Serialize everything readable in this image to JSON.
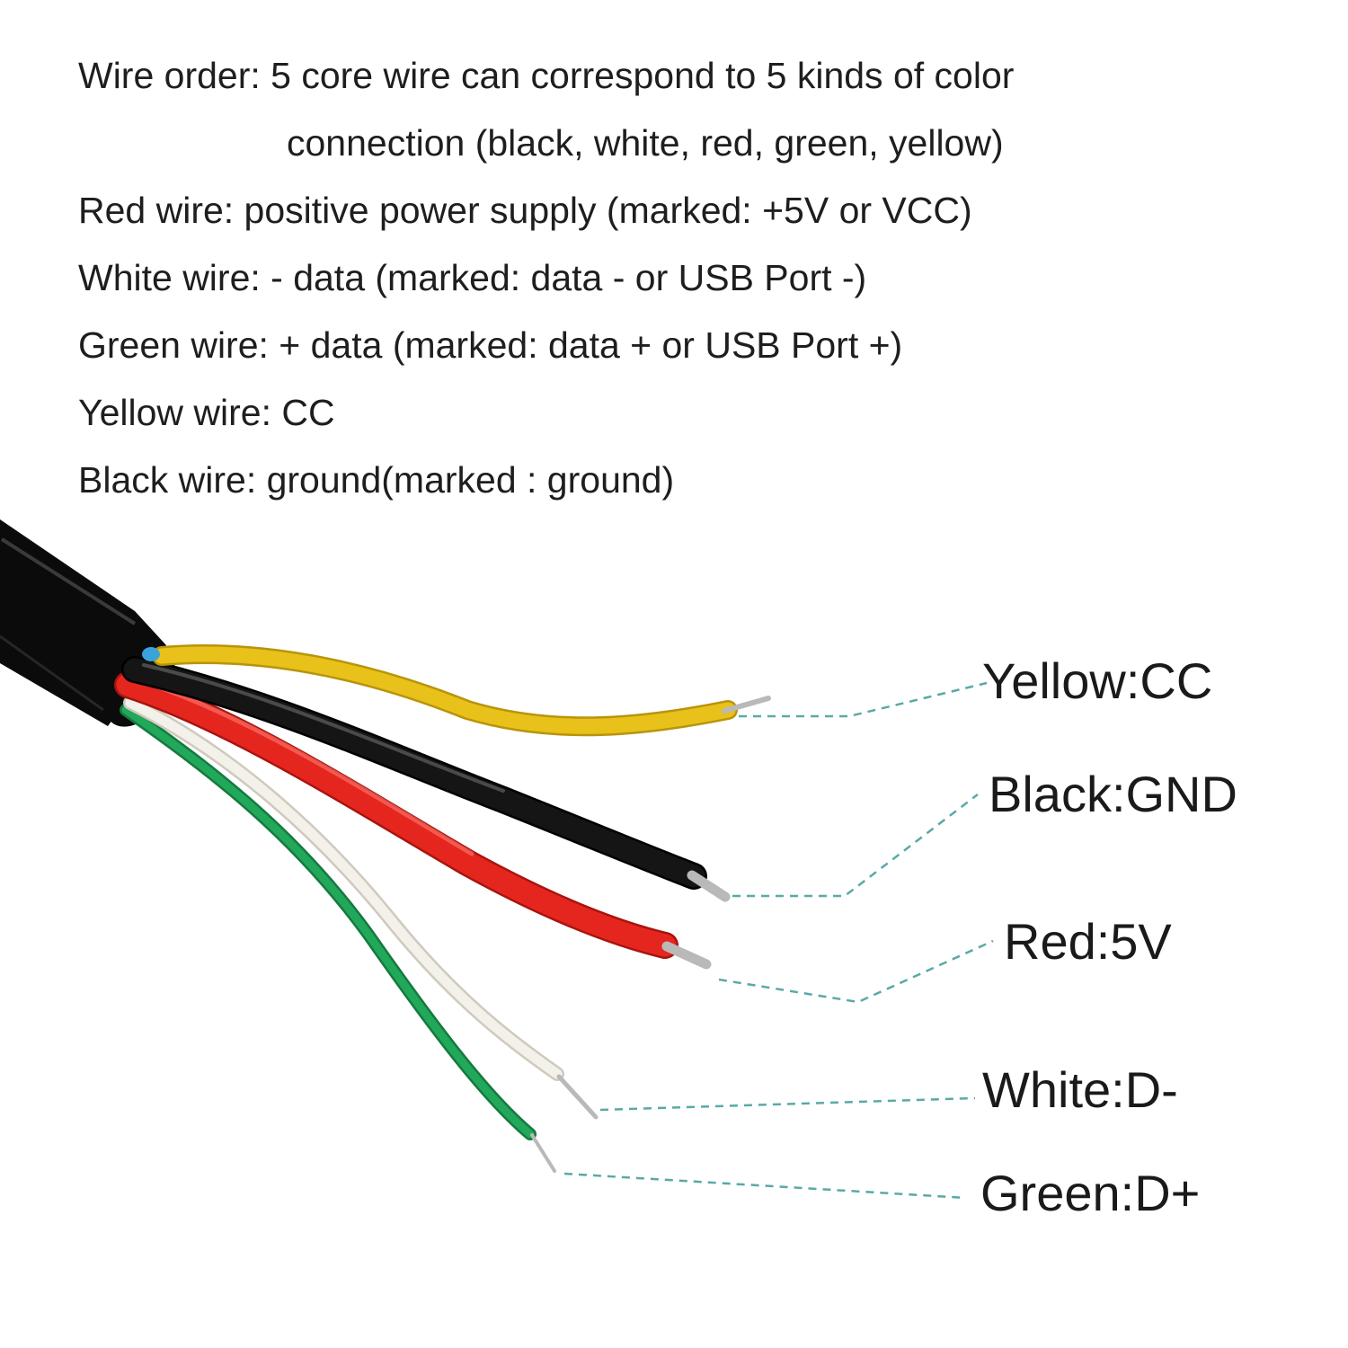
{
  "description": {
    "lines": [
      "Wire order: 5 core wire can correspond to 5 kinds of color",
      "connection (black, white, red, green, yellow)",
      "Red wire: positive power supply (marked: +5V or VCC)",
      "White wire: - data  (marked: data - or USB Port -)",
      "Green wire: + data  (marked: data + or USB Port +)",
      "Yellow wire: CC",
      "Black wire: ground(marked : ground)"
    ]
  },
  "wires": [
    {
      "label": "Yellow:CC",
      "color": "#e8c11a",
      "outline": "#b8940a"
    },
    {
      "label": "Black:GND",
      "color": "#151515",
      "outline": "#000000"
    },
    {
      "label": "Red:5V",
      "color": "#e5261f",
      "outline": "#a8140f"
    },
    {
      "label": "White:D-",
      "color": "#f4f1ea",
      "outline": "#cfcabd"
    },
    {
      "label": "Green:D+",
      "color": "#22a85a",
      "outline": "#157a3e"
    }
  ],
  "leader_color": "#5aa9a6",
  "jacket_color": "#0b0b0b",
  "conductor_color": "#b9b9b9"
}
